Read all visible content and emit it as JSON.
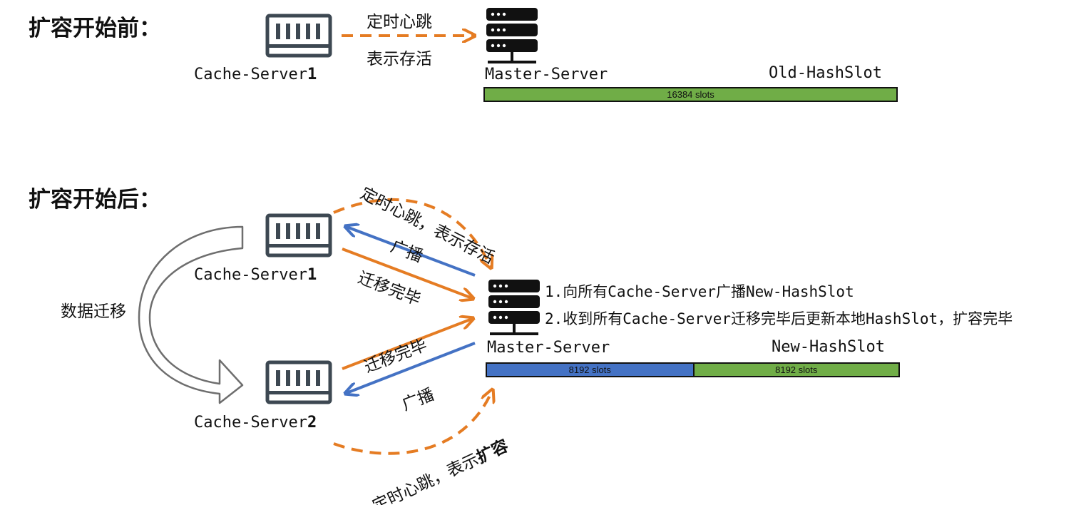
{
  "before": {
    "heading": "扩容开始前：",
    "cache_server": {
      "name": "Cache-Server",
      "num": "1"
    },
    "heartbeat_top": "定时心跳",
    "heartbeat_bottom": "表示存活",
    "master": "Master-Server",
    "hashslot_label": "Old-HashSlot",
    "slot_bar": [
      {
        "label": "16384 slots",
        "color": "#70ad47",
        "fraction": 1.0
      }
    ]
  },
  "after": {
    "heading": "扩容开始后：",
    "cache_server_1": {
      "name": "Cache-Server",
      "num": "1"
    },
    "cache_server_2": {
      "name": "Cache-Server",
      "num": "2"
    },
    "migration": "数据迁移",
    "heartbeat_alive": "定时心跳，表示存活",
    "heartbeat_expand_prefix": "定时心跳，表示",
    "heartbeat_expand_bold": "扩容",
    "broadcast": "广播",
    "migration_done": "迁移完毕",
    "master": "Master-Server",
    "hashslot_label": "New-HashSlot",
    "step1": "1.向所有Cache-Server广播New-HashSlot",
    "step2": "2.收到所有Cache-Server迁移完毕后更新本地HashSlot，扩容完毕",
    "slot_bar": [
      {
        "label": "8192 slots",
        "color": "#4472c4",
        "fraction": 0.5
      },
      {
        "label": "8192 slots",
        "color": "#70ad47",
        "fraction": 0.5
      }
    ]
  },
  "colors": {
    "orange": "#e57c23",
    "blue": "#4472c4",
    "icon": "#3d4852",
    "gray": "#6e6e6e"
  },
  "icons": {
    "cache_server": "memory-chip-icon",
    "master_server": "server-rack-icon"
  }
}
